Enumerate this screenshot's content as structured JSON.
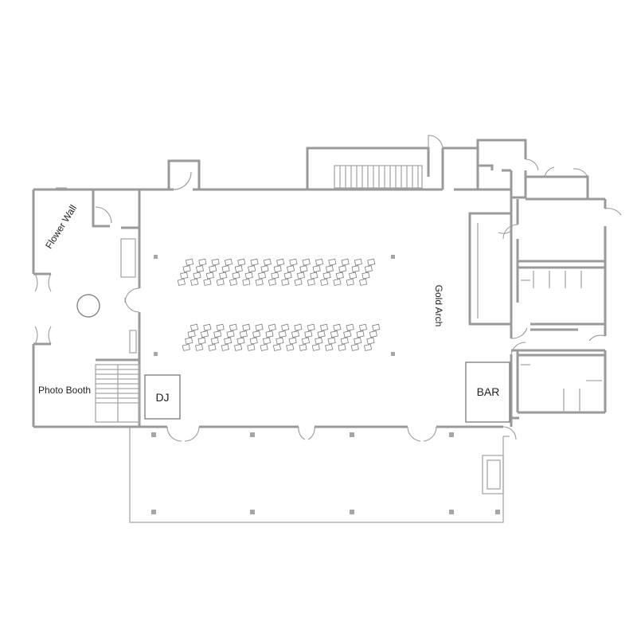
{
  "floor_plan": {
    "labels": {
      "flower_wall": "Flower Wall",
      "photo_booth": "Photo Booth",
      "dj": "DJ",
      "bar": "BAR",
      "gold_arch": "Gold Arch"
    },
    "seating": {
      "rows_of_chair_blocks": 2,
      "chair_blocks_per_row": 15,
      "chairs_per_block": 4
    },
    "colors": {
      "walls": "#9a9a9a",
      "fixtures": "#7a7a7a",
      "text": "#222222"
    }
  }
}
